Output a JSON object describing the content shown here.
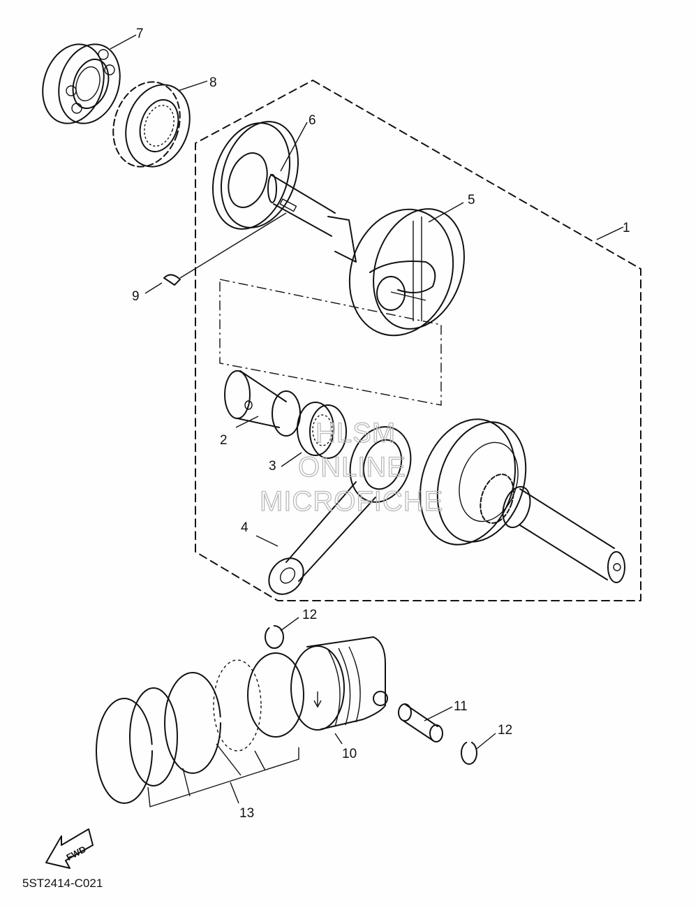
{
  "diagram": {
    "part_callouts": [
      "1",
      "2",
      "3",
      "4",
      "5",
      "6",
      "7",
      "8",
      "9",
      "10",
      "11",
      "12",
      "12",
      "13"
    ],
    "watermark": [
      "HLSM",
      "ONLINE",
      "MICROFICHE"
    ],
    "direction_label": "FWD",
    "figure_code": "5ST2414-C021"
  }
}
